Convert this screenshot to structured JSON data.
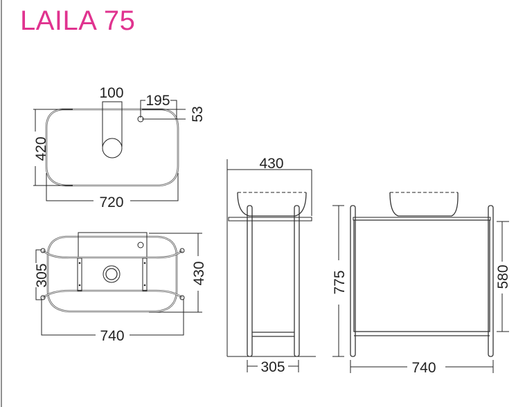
{
  "title": "LAILA 75",
  "top_view": {
    "faucet_width": "100",
    "hole_offset_x": "195",
    "hole_offset_y": "53",
    "depth": "420",
    "width": "720"
  },
  "bottom_view": {
    "bracket_spacing": "305",
    "depth": "430",
    "width": "740"
  },
  "side_view": {
    "depth": "430",
    "leg_spacing": "305"
  },
  "front_view": {
    "height": "775",
    "panel_height": "580",
    "width": "740"
  },
  "colors": {
    "title": "#e0338f",
    "lines": "#222222"
  }
}
